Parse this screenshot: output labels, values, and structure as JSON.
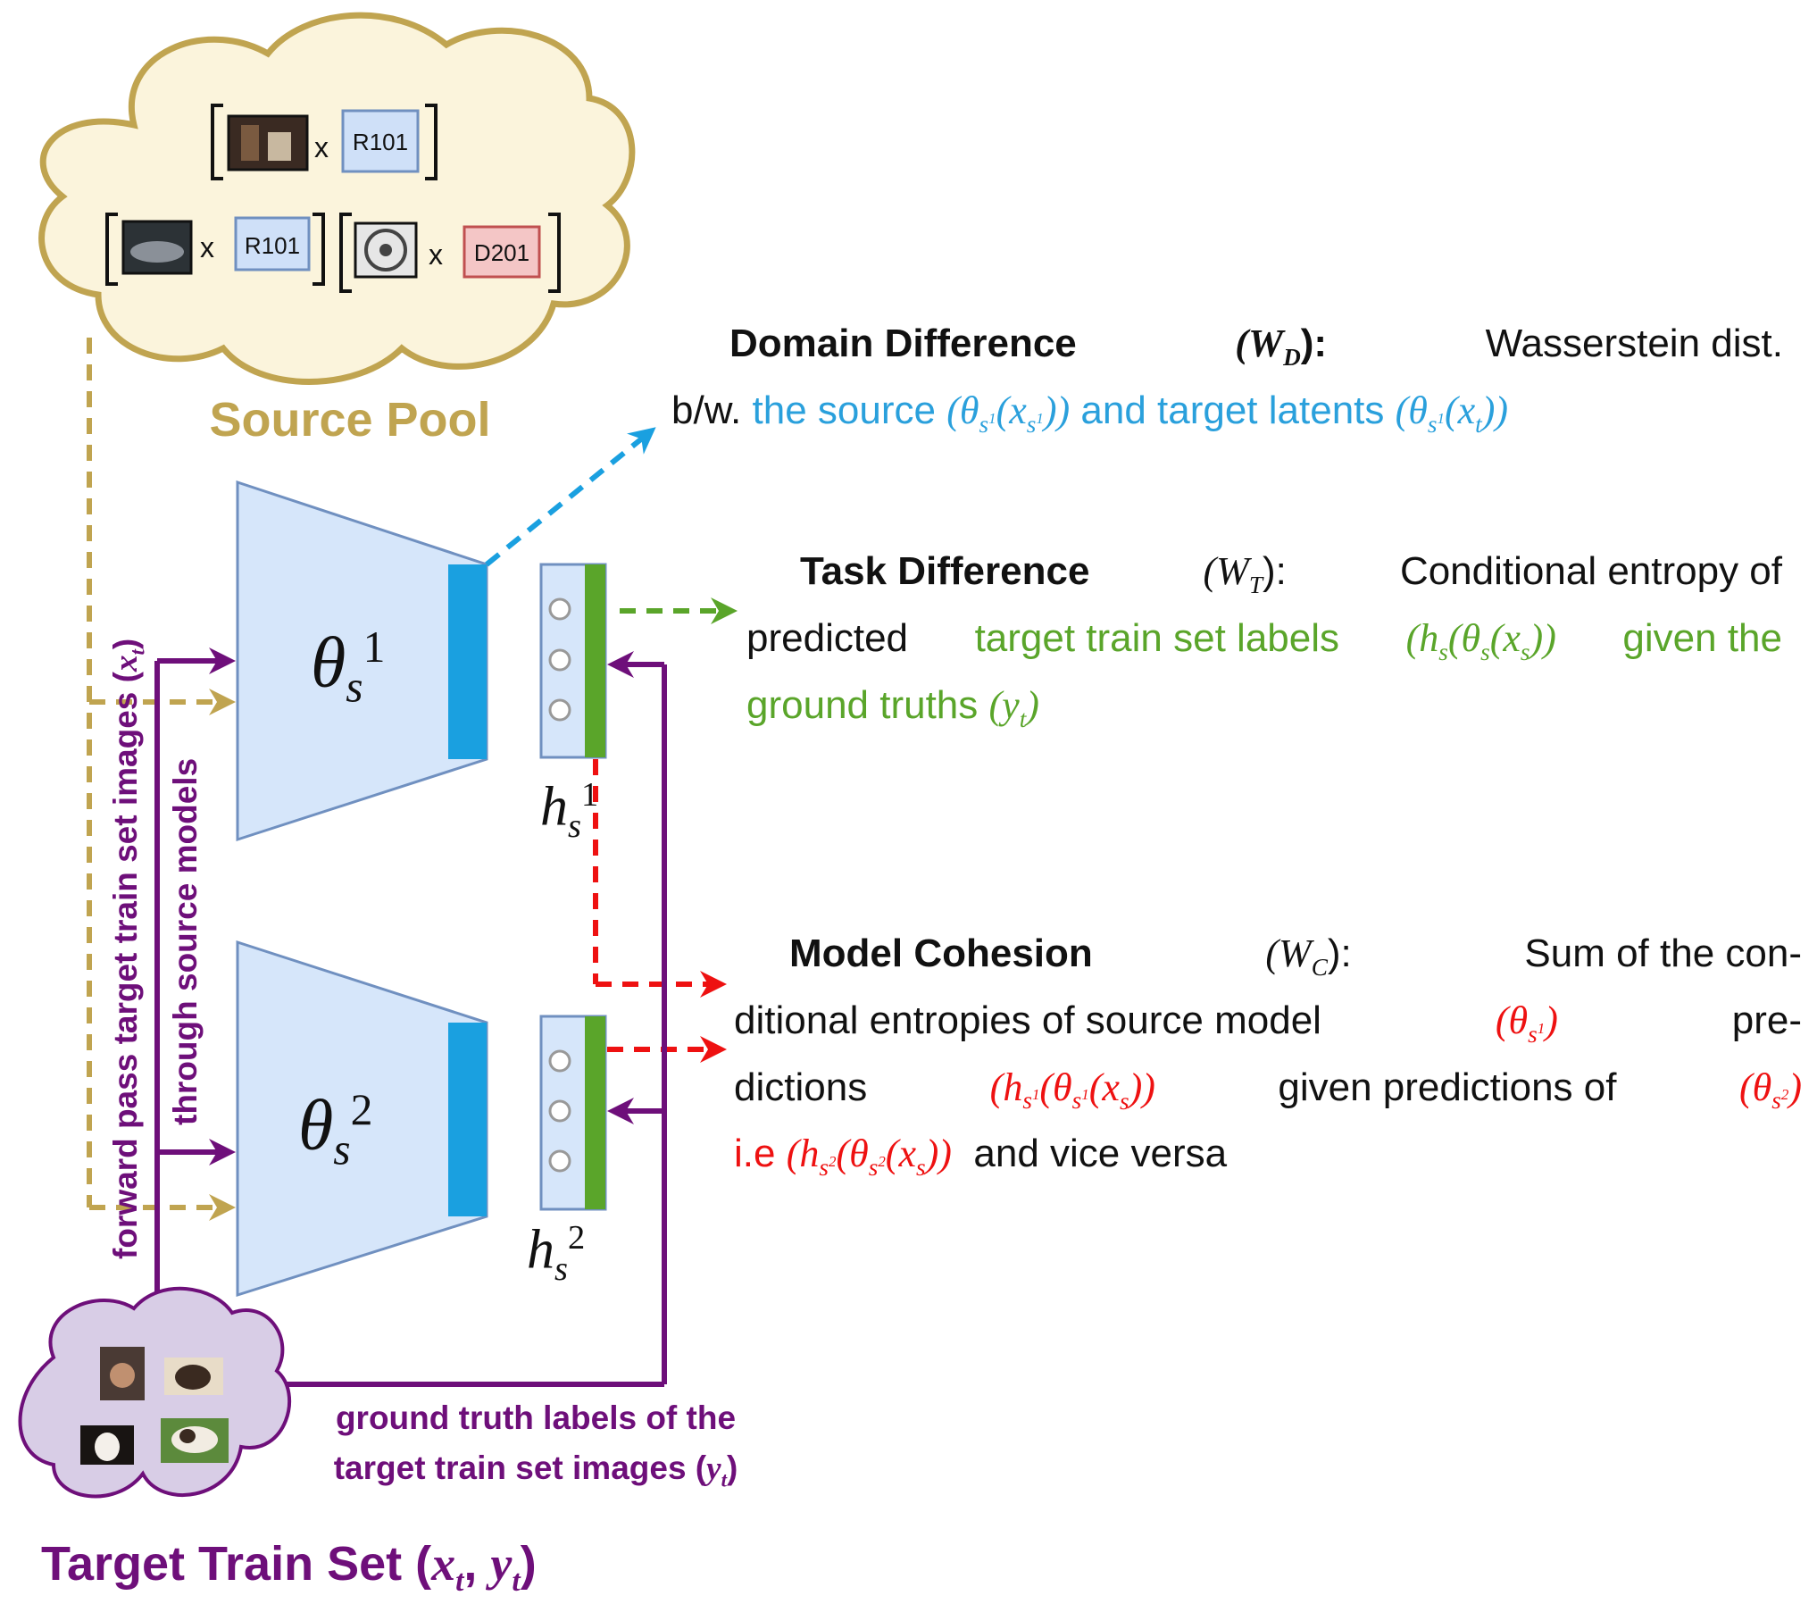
{
  "source_pool": {
    "label": "Source Pool",
    "pairs": [
      {
        "image": "dark-room-thumbnail",
        "op": "x",
        "model": "R101",
        "model_color": "#cfe0f8"
      },
      {
        "image": "car-thumbnail",
        "op": "x",
        "model": "R101",
        "model_color": "#cfe0f8"
      },
      {
        "image": "tape-reel-thumbnail",
        "op": "x",
        "model": "D201",
        "model_color": "#f4c6c6"
      }
    ]
  },
  "models": {
    "theta1": {
      "base": "θ",
      "sub": "s",
      "sup": "1"
    },
    "theta2": {
      "base": "θ",
      "sub": "s",
      "sup": "2"
    },
    "head1": {
      "base": "h",
      "sub": "s",
      "sup": "1"
    },
    "head2": {
      "base": "h",
      "sub": "s",
      "sup": "2"
    }
  },
  "left_labels": {
    "line1": "forward pass target train set images (",
    "line1_math": "x",
    "line1_sub": "t",
    "line1_end": ")",
    "line2": "through source models"
  },
  "ground_truth": {
    "line1": "ground truth labels of the",
    "line2": "target train set images (",
    "math": "y",
    "sub": "t",
    "end": ")"
  },
  "target_set": {
    "label": "Target Train Set (",
    "math_a": "x",
    "sub_a": "t",
    "sep": ", ",
    "math_b": "y",
    "sub_b": "t",
    "end": ")",
    "images": [
      "cat-thumbnail",
      "dog-thumbnail",
      "white-cat-thumbnail",
      "puppy-thumbnail"
    ]
  },
  "domain_difference": {
    "title": "Domain Difference",
    "symbol": "(W",
    "symbol_sub": "D",
    "symbol_end": "):",
    "text1": "Wasserstein dist.",
    "text2": "b/w.",
    "text3": "the source",
    "text3_math": "(θ",
    "text4": "and target latents"
  },
  "task_difference": {
    "title": "Task Difference",
    "symbol": "(W",
    "symbol_sub": "T",
    "symbol_end": "):",
    "text1": "Conditional entropy of",
    "text2": "predicted",
    "text3": "target train set labels",
    "text4": "given the",
    "text5": "ground truths"
  },
  "model_cohesion": {
    "title": "Model Cohesion",
    "symbol": "(W",
    "symbol_sub": "C",
    "symbol_end": "):",
    "text1": "Sum of the con-",
    "text2": "ditional entropies of source model",
    "text3": "pre-",
    "text4": "dictions",
    "text5": "given predictions of",
    "text6": "i.e",
    "text7": "and vice versa"
  },
  "colors": {
    "gold": "#c0a450",
    "purple": "#6e0f7a",
    "blue": "#1aa0e0",
    "green": "#5aa52a",
    "red": "#ee1111",
    "model_fill": "#d6e6fa",
    "model_stroke": "#7090c0",
    "cloud_fill": "#fbf4dc",
    "target_cloud_fill": "#d8cde6"
  }
}
